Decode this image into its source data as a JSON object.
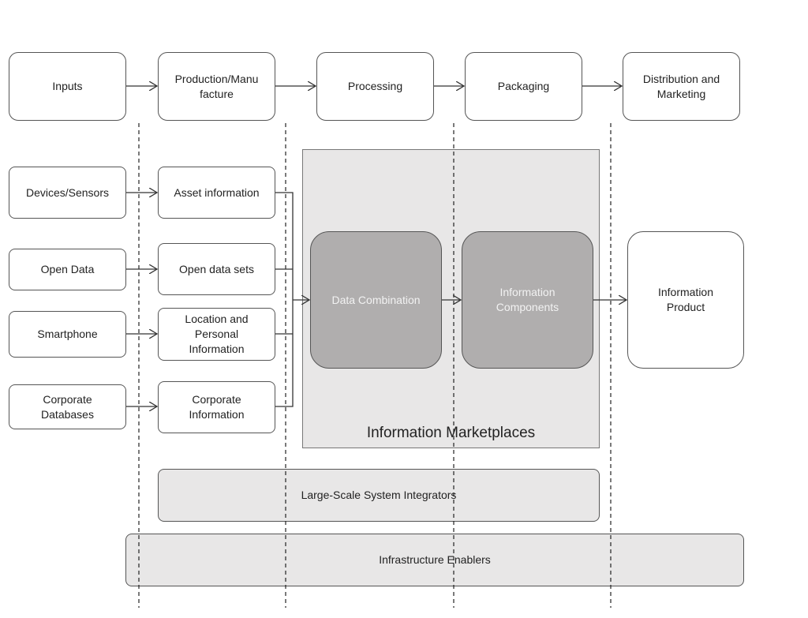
{
  "stages": [
    {
      "id": "inputs",
      "label": "Inputs"
    },
    {
      "id": "production",
      "label": "Production/Manu\nfacture"
    },
    {
      "id": "processing",
      "label": "Processing"
    },
    {
      "id": "packaging",
      "label": "Packaging"
    },
    {
      "id": "distribution",
      "label": "Distribution and\nMarketing"
    }
  ],
  "sources": [
    {
      "id": "devices",
      "label": "Devices/Sensors"
    },
    {
      "id": "opendata",
      "label": "Open Data"
    },
    {
      "id": "smartphone",
      "label": "Smartphone"
    },
    {
      "id": "corpdb",
      "label": "Corporate\nDatabases"
    }
  ],
  "information": [
    {
      "id": "asset",
      "label": "Asset information"
    },
    {
      "id": "opensets",
      "label": "Open data sets"
    },
    {
      "id": "location",
      "label": "Location and\nPersonal\nInformation"
    },
    {
      "id": "corpinfo",
      "label": "Corporate\nInformation"
    }
  ],
  "marketplace": {
    "label": "Information Marketplaces",
    "data_combination": "Data Combination",
    "information_components": "Information\nComponents"
  },
  "product": {
    "label": "Information\nProduct"
  },
  "layers": {
    "integrators": "Large-Scale System Integrators",
    "infrastructure": "Infrastructure Enablers"
  }
}
